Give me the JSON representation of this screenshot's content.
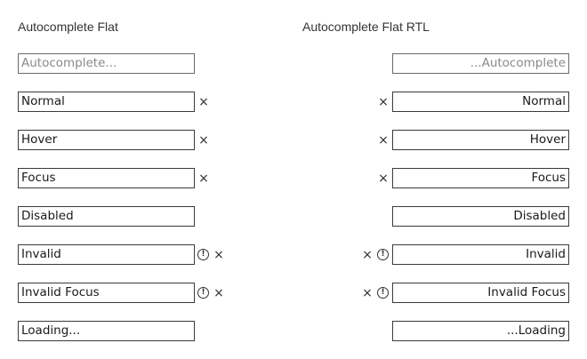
{
  "columns": {
    "ltr_title": "Autocomplete Flat",
    "rtl_title": "Autocomplete Flat RTL"
  },
  "icons": {
    "clear": "×",
    "warning": "!"
  },
  "ltr": {
    "placeholder_text": "Autocomplete...",
    "normal": "Normal",
    "hover": "Hover",
    "focus": "Focus",
    "disabled": "Disabled",
    "invalid": "Invalid",
    "invalid_focus": "Invalid Focus",
    "loading": "Loading..."
  },
  "rtl": {
    "placeholder_text": "...Autocomplete",
    "normal": "Normal",
    "hover": "Hover",
    "focus": "Focus",
    "disabled": "Disabled",
    "invalid": "Invalid",
    "invalid_focus": "Invalid Focus",
    "loading": "...Loading"
  }
}
